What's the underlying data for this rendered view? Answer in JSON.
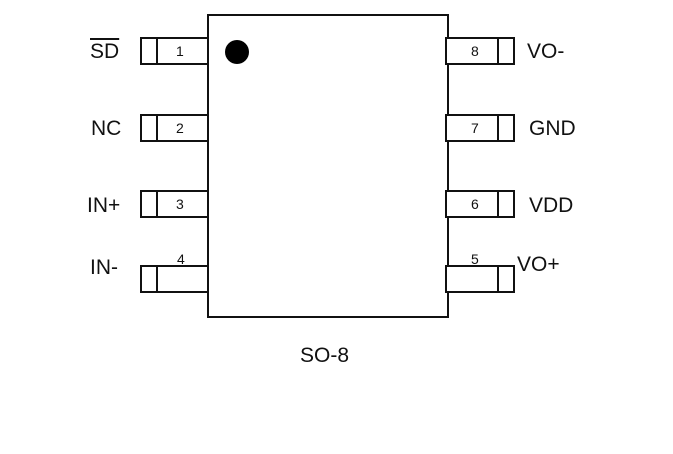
{
  "package": {
    "name": "SO-8",
    "pin1_marker": "filled-dot"
  },
  "pins": {
    "left": [
      {
        "number": "1",
        "label": "SD",
        "active_low": true
      },
      {
        "number": "2",
        "label": "NC"
      },
      {
        "number": "3",
        "label": "IN+"
      },
      {
        "number": "4",
        "label": "IN-"
      }
    ],
    "right": [
      {
        "number": "8",
        "label": "VO-"
      },
      {
        "number": "7",
        "label": "GND"
      },
      {
        "number": "6",
        "label": "VDD"
      },
      {
        "number": "5",
        "label": "VO+"
      }
    ]
  }
}
